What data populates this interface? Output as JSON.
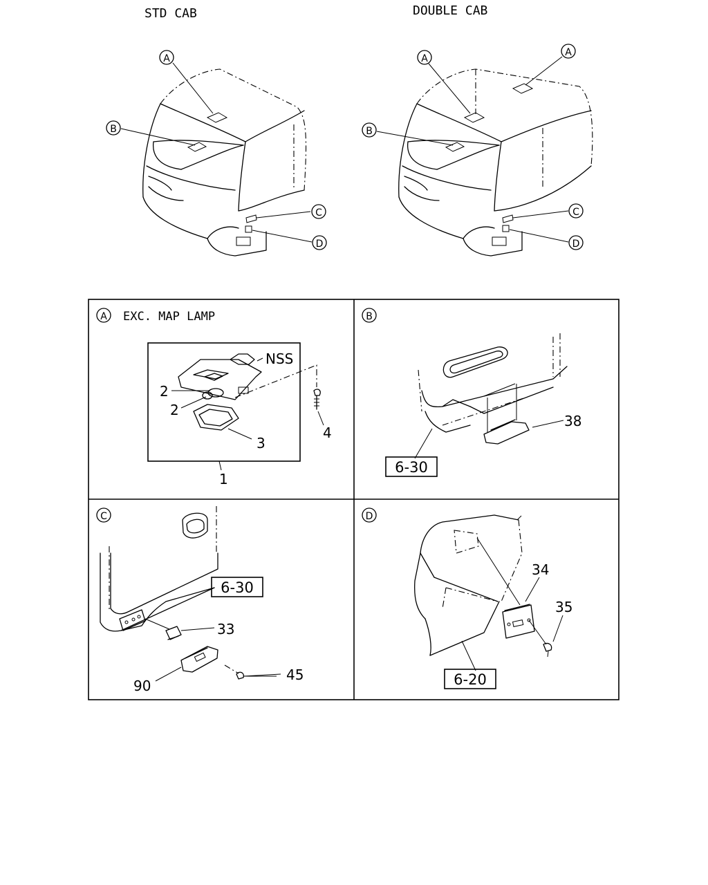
{
  "views": {
    "std_cab": "STD CAB",
    "double_cab": "DOUBLE CAB"
  },
  "location_letters": {
    "a": "A",
    "b": "B",
    "c": "C",
    "d": "D"
  },
  "panels": {
    "a": {
      "letter": "A",
      "title": "EXC. MAP LAMP",
      "nss": "NSS",
      "callouts": [
        "2",
        "2",
        "3",
        "4",
        "1"
      ]
    },
    "b": {
      "letter": "B",
      "ref": "6-30",
      "callouts": [
        "38"
      ]
    },
    "c": {
      "letter": "C",
      "ref": "6-30",
      "callouts": [
        "33",
        "45",
        "90"
      ]
    },
    "d": {
      "letter": "D",
      "ref": "6-20",
      "callouts": [
        "34",
        "35"
      ]
    }
  }
}
